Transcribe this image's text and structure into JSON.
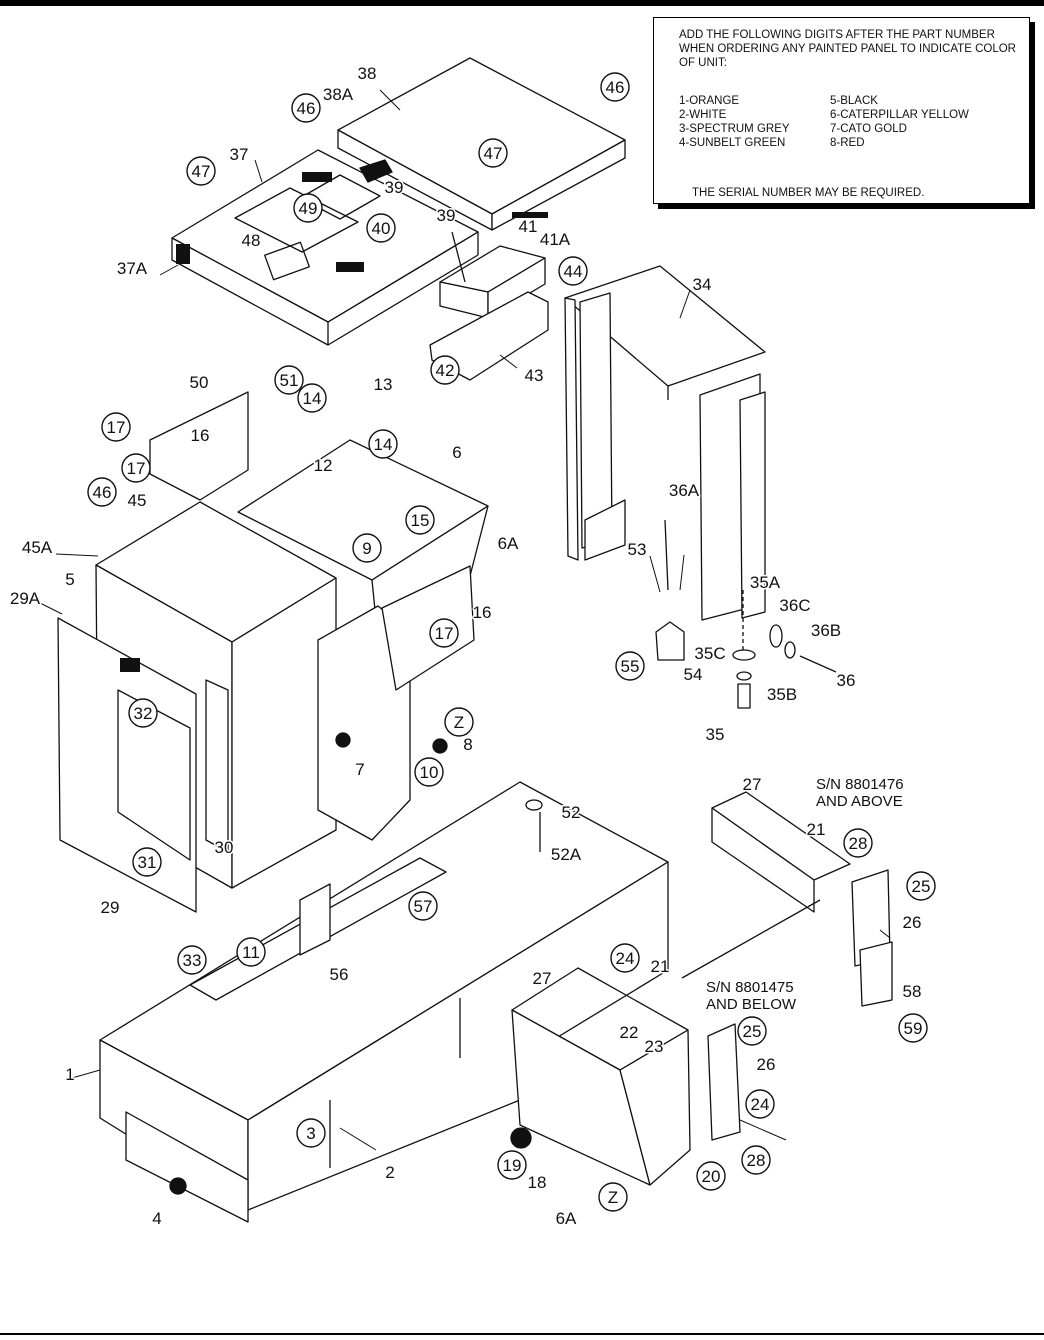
{
  "note": {
    "instruction": "ADD THE FOLLOWING DIGITS AFTER THE PART NUMBER WHEN ORDERING ANY PAINTED PANEL TO INDICATE COLOR OF UNIT:",
    "colors_left": [
      "1-ORANGE",
      "2-WHITE",
      "3-SPECTRUM GREY",
      "4-SUNBELT GREEN"
    ],
    "colors_right": [
      "5-BLACK",
      "6-CATERPILLAR YELLOW",
      "7-CATO GOLD",
      "8-RED"
    ],
    "serial_note": "THE SERIAL NUMBER MAY BE REQUIRED."
  },
  "serial_labels": {
    "above_line1": "S/N 8801476",
    "above_line2": "AND ABOVE",
    "below_line1": "S/N 8801475",
    "below_line2": "AND BELOW"
  },
  "callouts_circled": [
    "46",
    "47",
    "49",
    "40",
    "47",
    "46",
    "44",
    "42",
    "51",
    "14",
    "17",
    "17",
    "14",
    "15",
    "9",
    "46",
    "17",
    "55",
    "32",
    "Z",
    "10",
    "31",
    "28",
    "25",
    "57",
    "33",
    "11",
    "24",
    "25",
    "24",
    "28",
    "59",
    "19",
    "Z",
    "20",
    "3"
  ],
  "callouts_plain": [
    "38",
    "38A",
    "37",
    "39",
    "39",
    "48",
    "37A",
    "41",
    "41A",
    "43",
    "34",
    "50",
    "13",
    "16",
    "12",
    "6",
    "6A",
    "45",
    "45A",
    "5",
    "29A",
    "16",
    "36A",
    "53",
    "35A",
    "36C",
    "36B",
    "35C",
    "36",
    "54",
    "35B",
    "35",
    "7",
    "8",
    "30",
    "29",
    "52",
    "52A",
    "27",
    "21",
    "26",
    "58",
    "56",
    "27",
    "21",
    "22",
    "23",
    "26",
    "1",
    "2",
    "4",
    "18",
    "6A"
  ]
}
